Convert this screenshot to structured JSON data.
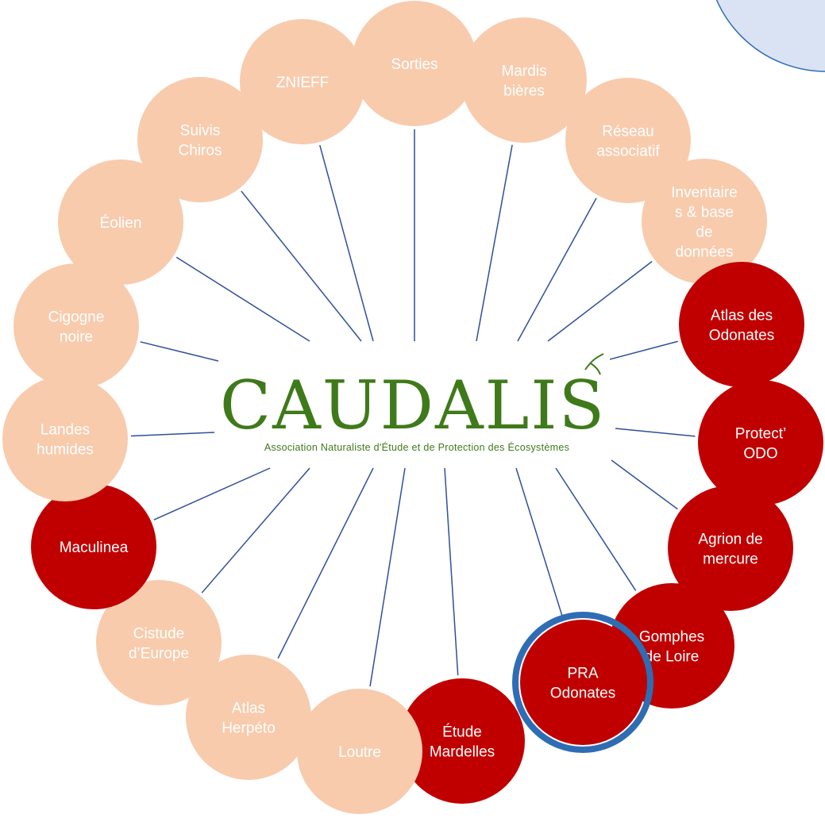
{
  "logo": {
    "title": "CAUDALIS",
    "subtitle": "Association Naturaliste d'Étude et de Protection des Écosystèmes"
  },
  "colors": {
    "light_node": "#f8cbad",
    "dark_node": "#c00000",
    "connector": "#2f4f9a",
    "highlight_ring": "#2e6db4",
    "corner_circle_fill": "#dae3f3",
    "corner_circle_stroke": "#2e6db4",
    "logo_green": "#3f7a1a"
  },
  "nodes": [
    {
      "id": "sorties",
      "lines": [
        "Sorties"
      ],
      "style": "light"
    },
    {
      "id": "mardis-bieres",
      "lines": [
        "Mardis",
        "bières"
      ],
      "style": "light"
    },
    {
      "id": "reseau-associatif",
      "lines": [
        "Réseau",
        "associatif"
      ],
      "style": "light"
    },
    {
      "id": "inventaires",
      "lines": [
        "Inventaire",
        "s & base",
        "de",
        "données"
      ],
      "style": "light"
    },
    {
      "id": "atlas-odonates",
      "lines": [
        "Atlas des",
        "Odonates"
      ],
      "style": "dark"
    },
    {
      "id": "protect-odo",
      "lines": [
        "Protect’",
        "ODO"
      ],
      "style": "dark"
    },
    {
      "id": "agrion",
      "lines": [
        "Agrion de",
        "mercure"
      ],
      "style": "dark"
    },
    {
      "id": "gomphes",
      "lines": [
        "Gomphes",
        "de Loire"
      ],
      "style": "dark"
    },
    {
      "id": "pra-odonates",
      "lines": [
        "PRA",
        "Odonates"
      ],
      "style": "dark",
      "highlight": true
    },
    {
      "id": "etude-mardelles",
      "lines": [
        "Étude",
        "Mardelles"
      ],
      "style": "dark"
    },
    {
      "id": "loutre",
      "lines": [
        "Loutre"
      ],
      "style": "light"
    },
    {
      "id": "atlas-herpeto",
      "lines": [
        "Atlas",
        "Herpéto"
      ],
      "style": "light"
    },
    {
      "id": "cistude",
      "lines": [
        "Cistude",
        "d’Europe"
      ],
      "style": "light"
    },
    {
      "id": "maculinea",
      "lines": [
        "Maculinea"
      ],
      "style": "dark"
    },
    {
      "id": "landes-humides",
      "lines": [
        "Landes",
        "humides"
      ],
      "style": "light"
    },
    {
      "id": "cigogne-noire",
      "lines": [
        "Cigogne",
        "noire"
      ],
      "style": "light"
    },
    {
      "id": "eolien",
      "lines": [
        "Éolien"
      ],
      "style": "light"
    },
    {
      "id": "suivis-chiros",
      "lines": [
        "Suivis",
        "Chiros"
      ],
      "style": "light"
    },
    {
      "id": "znieff",
      "lines": [
        "ZNIEFF"
      ],
      "style": "light"
    }
  ]
}
